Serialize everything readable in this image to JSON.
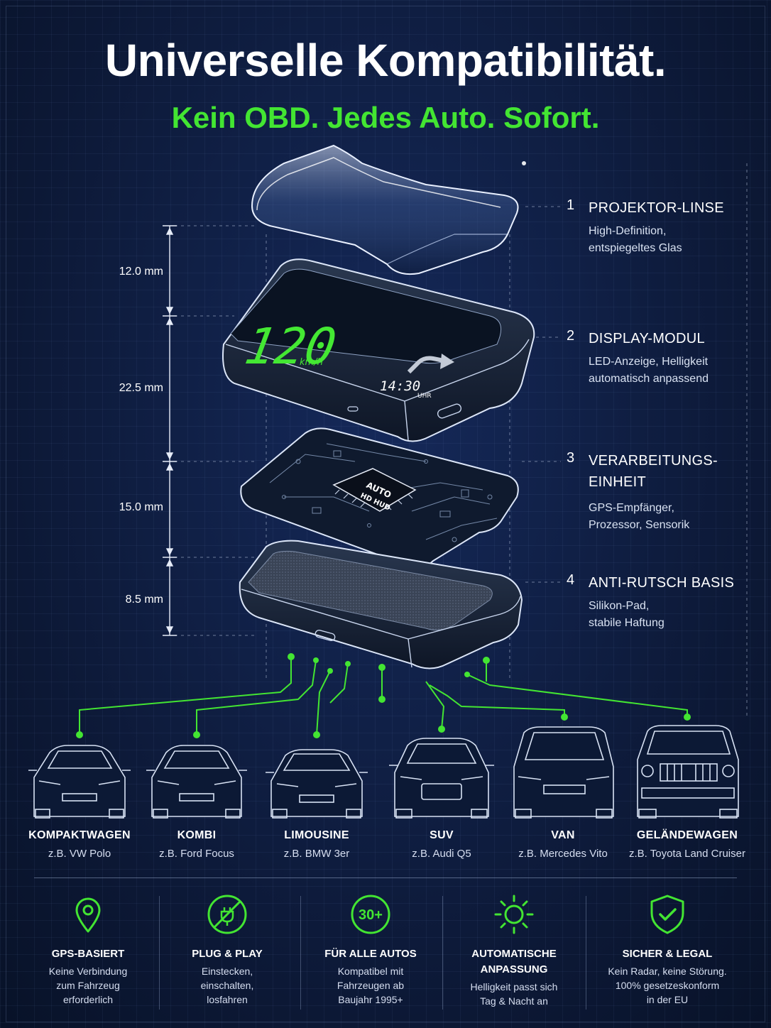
{
  "header": {
    "title": "Universelle Kompatibilität.",
    "subtitle": "Kein OBD. Jedes Auto. Sofort."
  },
  "colors": {
    "background": "#0d1b3a",
    "accent_green": "#43e532",
    "text": "#ffffff",
    "line": "#c9d6ee"
  },
  "display": {
    "speed": "120",
    "unit": "km/h",
    "time": "14:30",
    "time_suffix": "UHR",
    "icon": "turn-right-arrow-icon"
  },
  "chip": {
    "line1": "AUTO",
    "line2": "HD HUD"
  },
  "dimensions": [
    "12.0 mm",
    "22.5 mm",
    "15.0 mm",
    "8.5 mm"
  ],
  "components": [
    {
      "number": "1",
      "name": "PROJEKTOR-LINSE",
      "desc1": "High-Definition,",
      "desc2": "entspiegeltes Glas"
    },
    {
      "number": "2",
      "name": "DISPLAY-MODUL",
      "desc1": "LED-Anzeige, Helligkeit",
      "desc2": "automatisch anpassend"
    },
    {
      "number": "3",
      "name": "VERARBEITUNGS-",
      "name2": "EINHEIT",
      "desc1": "GPS-Empfänger,",
      "desc2": "Prozessor, Sensorik"
    },
    {
      "number": "4",
      "name": "ANTI-RUTSCH BASIS",
      "desc1": "Silikon-Pad,",
      "desc2": "stabile Haftung"
    }
  ],
  "cars": [
    {
      "type": "KOMPAKTWAGEN",
      "example": "z.B. VW Polo"
    },
    {
      "type": "KOMBI",
      "example": "z.B. Ford Focus"
    },
    {
      "type": "LIMOUSINE",
      "example": "z.B. BMW 3er"
    },
    {
      "type": "SUV",
      "example": "z.B. Audi Q5"
    },
    {
      "type": "VAN",
      "example": "z.B. Mercedes Vito"
    },
    {
      "type": "GELÄNDEWAGEN",
      "example": "z.B. Toyota Land Cruiser"
    }
  ],
  "features": [
    {
      "icon": "map-pin-icon",
      "title": "GPS-BASIERT",
      "l1": "Keine Verbindung",
      "l2": "zum Fahrzeug",
      "l3": "erforderlich"
    },
    {
      "icon": "no-plug-icon",
      "title": "PLUG & PLAY",
      "l1": "Einstecken,",
      "l2": "einschalten,",
      "l3": "losfahren"
    },
    {
      "icon": "30-plus-badge-icon",
      "badge": "30+",
      "title": "FÜR ALLE AUTOS",
      "l1": "Kompatibel mit",
      "l2": "Fahrzeugen ab",
      "l3": "Baujahr 1995+"
    },
    {
      "icon": "sun-icon",
      "title": "AUTOMATISCHE",
      "title2": "ANPASSUNG",
      "l1": "Helligkeit passt sich",
      "l2": "Tag & Nacht an"
    },
    {
      "icon": "shield-check-icon",
      "title": "SICHER & LEGAL",
      "l1": "Kein Radar, keine Störung.",
      "l2": "100% gesetzeskonform",
      "l3": "in der EU"
    }
  ]
}
